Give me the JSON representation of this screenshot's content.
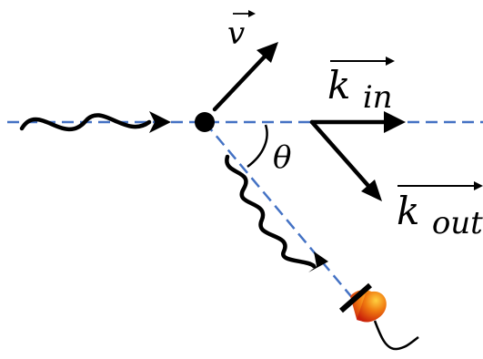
{
  "labels": {
    "velocity": "v",
    "k_in_base": "k",
    "k_in_sub": "in",
    "k_out_base": "k",
    "k_out_sub": "out",
    "angle": "θ"
  },
  "colors": {
    "axis_line": "#4472c4",
    "stroke": "#000000",
    "detector_light": "#ffd040",
    "detector_mid": "#f07a10",
    "detector_dark": "#c81e0a"
  },
  "icons": {
    "detector": "photodetector-icon",
    "particle": "particle-dot"
  }
}
